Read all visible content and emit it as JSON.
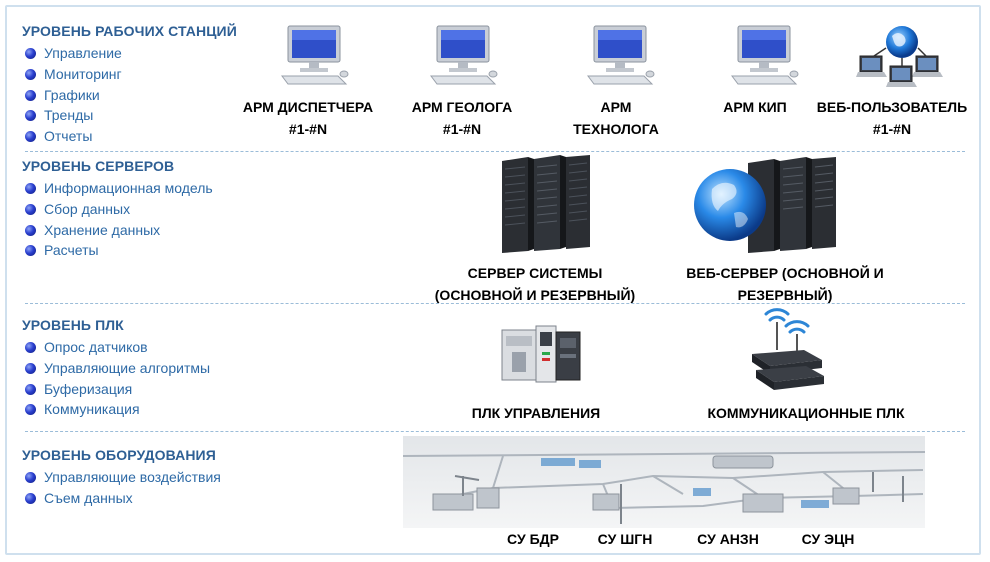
{
  "levels": {
    "workstations": {
      "title": "УРОВЕНЬ РАБОЧИХ СТАНЦИЙ",
      "items": [
        "Управление",
        "Мониторинг",
        "Графики",
        "Тренды",
        "Отчеты"
      ]
    },
    "servers": {
      "title": "УРОВЕНЬ СЕРВЕРОВ",
      "items": [
        "Информационная модель",
        "Сбор данных",
        "Хранение данных",
        "Расчеты"
      ]
    },
    "plc": {
      "title": "УРОВЕНЬ ПЛК",
      "items": [
        "Опрос датчиков",
        "Управляющие алгоритмы",
        "Буферизация",
        "Коммуникация"
      ]
    },
    "equipment": {
      "title": "УРОВЕНЬ ОБОРУДОВАНИЯ",
      "items": [
        "Управляющие воздействия",
        "Съем данных"
      ]
    }
  },
  "workstation_nodes": [
    {
      "line1": "АРМ ДИСПЕТЧЕРА",
      "line2": "#1-#N"
    },
    {
      "line1": "АРМ ГЕОЛОГА",
      "line2": "#1-#N"
    },
    {
      "line1": "АРМ",
      "line2": "ТЕХНОЛОГА"
    },
    {
      "line1": "АРМ КИП",
      "line2": ""
    },
    {
      "line1": "ВЕБ-ПОЛЬЗОВАТЕЛЬ",
      "line2": "#1-#N"
    }
  ],
  "server_nodes": [
    {
      "line1": "СЕРВЕР СИСТЕМЫ",
      "line2": "(ОСНОВНОЙ И РЕЗЕРВНЫЙ)"
    },
    {
      "line1": "ВЕБ-СЕРВЕР (ОСНОВНОЙ И",
      "line2": "РЕЗЕРВНЫЙ)"
    }
  ],
  "plc_nodes": [
    {
      "label": "ПЛК УПРАВЛЕНИЯ"
    },
    {
      "label": "КОММУНИКАЦИОННЫЕ ПЛК"
    }
  ],
  "equipment_nodes": [
    "СУ БДР",
    "СУ ШГН",
    "СУ АНЗН",
    "СУ ЭЦН"
  ],
  "colors": {
    "level_title": "#2e5f94",
    "item_text": "#2e6aa6",
    "divider": "#9bbcd8",
    "frame": "#cfe0ee"
  }
}
